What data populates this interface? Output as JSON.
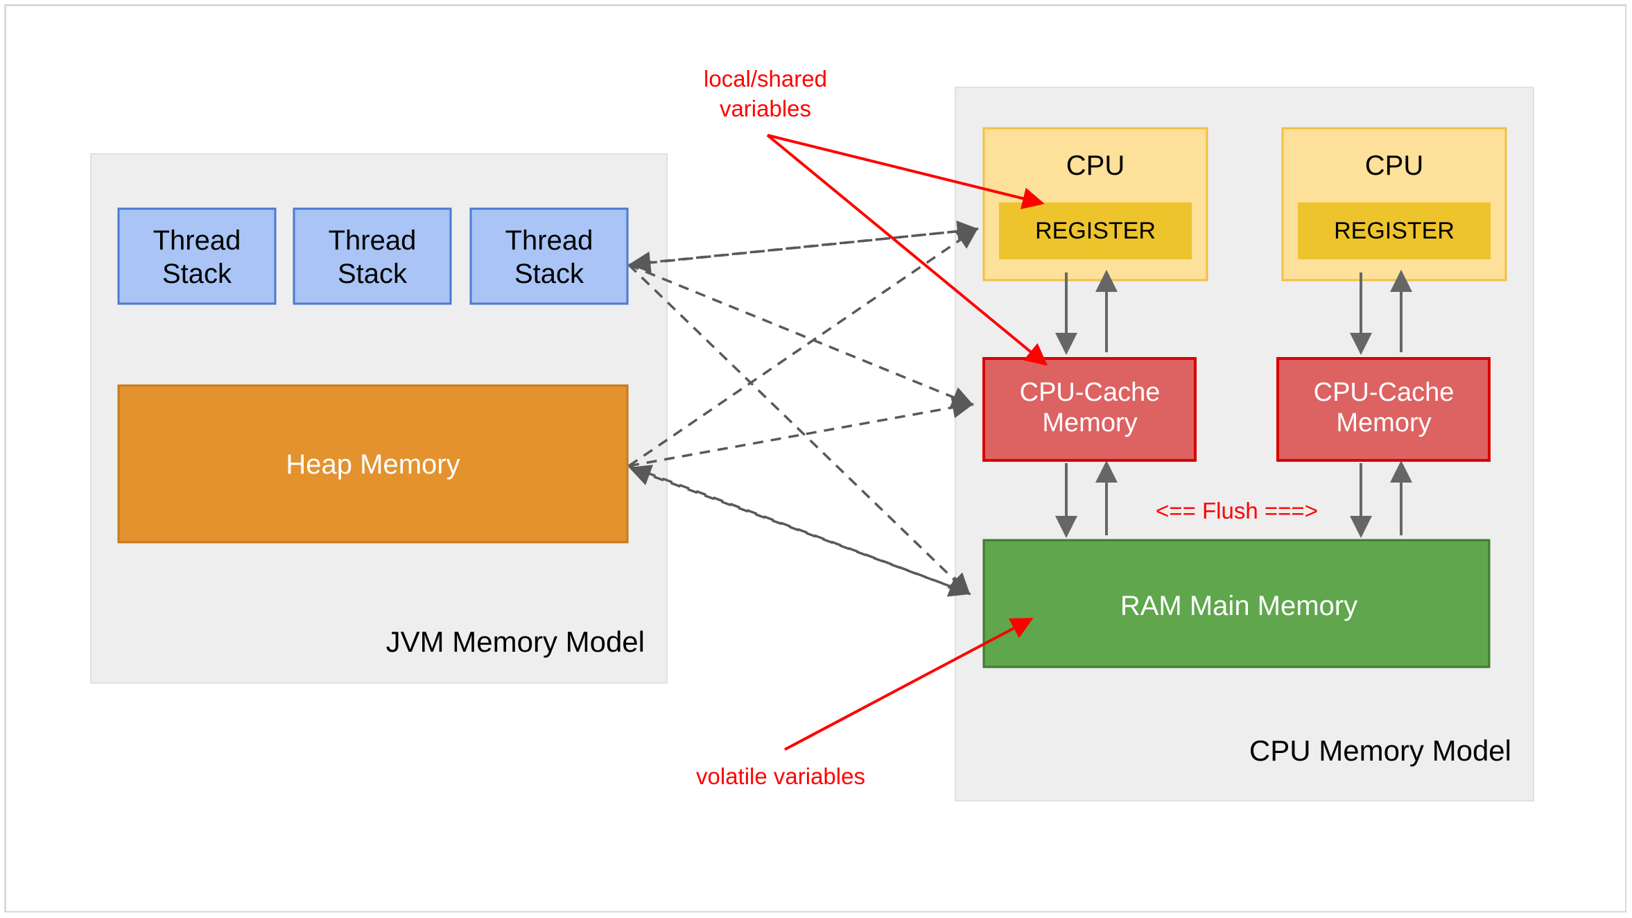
{
  "diagram": {
    "title_hidden": "",
    "panels": [
      {
        "id": "jvm",
        "label": "JVM Memory Model"
      },
      {
        "id": "cpu",
        "label": "CPU Memory Model"
      }
    ],
    "jvm": {
      "label": "JVM Memory Model",
      "thread_stacks": [
        {
          "line1": "Thread",
          "line2": "Stack"
        },
        {
          "line1": "Thread",
          "line2": "Stack"
        },
        {
          "line1": "Thread",
          "line2": "Stack"
        }
      ],
      "heap": {
        "label": "Heap Memory"
      }
    },
    "cpu": {
      "label": "CPU Memory Model",
      "cores": [
        {
          "cpu_label": "CPU",
          "register_label": "REGISTER",
          "cache_line1": "CPU-Cache",
          "cache_line2": "Memory"
        },
        {
          "cpu_label": "CPU",
          "register_label": "REGISTER",
          "cache_line1": "CPU-Cache",
          "cache_line2": "Memory"
        }
      ],
      "ram": {
        "label": "RAM Main Memory"
      },
      "flush_label": "<== Flush ===>"
    },
    "annotations": [
      {
        "id": "local-shared",
        "line1": "local/shared",
        "line2": "variables"
      },
      {
        "id": "volatile",
        "line1": "volatile variables",
        "line2": ""
      }
    ],
    "colors": {
      "panel_bg": "#eeeeee",
      "thread_stack_fill": "#a9c4f5",
      "thread_stack_stroke": "#4a7ad3",
      "heap_fill": "#e3922e",
      "heap_stroke": "#c67b1c",
      "cpu_fill": "#fde09a",
      "cpu_stroke": "#f2c042",
      "register_fill": "#edc42c",
      "register_stroke": "#edc42c",
      "cache_fill": "#dd6262",
      "cache_stroke": "#d60000",
      "ram_fill": "#5fa64d",
      "ram_stroke": "#3f7a30",
      "annotation_red": "#ff0000",
      "connector_gray": "#595959"
    }
  }
}
